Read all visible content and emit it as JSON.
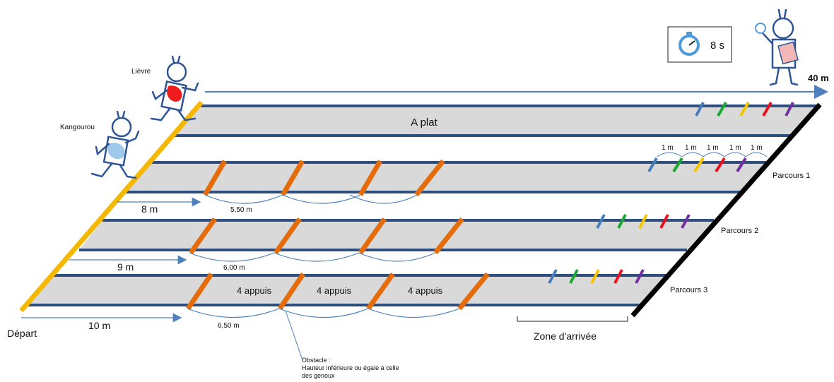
{
  "timer": {
    "value": "8 s"
  },
  "distance_total": "40 m",
  "runners": {
    "hare": "Lièvre",
    "kangaroo": "Kangourou"
  },
  "start": "Départ",
  "finish_zone": "Zone d'arrivée",
  "lanes": {
    "flat": "A plat",
    "course1": "Parcours 1",
    "course2": "Parcours 2",
    "course3": "Parcours 3"
  },
  "approach": {
    "c1": "8 m",
    "c2": "9 m",
    "c3": "10 m"
  },
  "spacing": {
    "c1": "5,50 m",
    "c2": "6,00 m",
    "c3": "6,50 m"
  },
  "supports": [
    "4 appuis",
    "4 appuis",
    "4 appuis"
  ],
  "marker_gaps": [
    "1 m",
    "1 m",
    "1 m",
    "1 m",
    "1 m"
  ],
  "obstacle_note": {
    "line1": "Obstacle :",
    "line2": "Hauteur inférieure ou égale à celle",
    "line3": "des genoux"
  },
  "colors": {
    "lane_fill": "#d9d9d9",
    "lane_edge": "#2f4f7f",
    "start_line": "#f5b800",
    "finish_line": "#000000",
    "obstacle": "#e46c0a",
    "arrow": "#4f81bd",
    "markers": [
      "#4a7ebb",
      "#1aa832",
      "#f5c400",
      "#e8101c",
      "#7030a0"
    ]
  }
}
